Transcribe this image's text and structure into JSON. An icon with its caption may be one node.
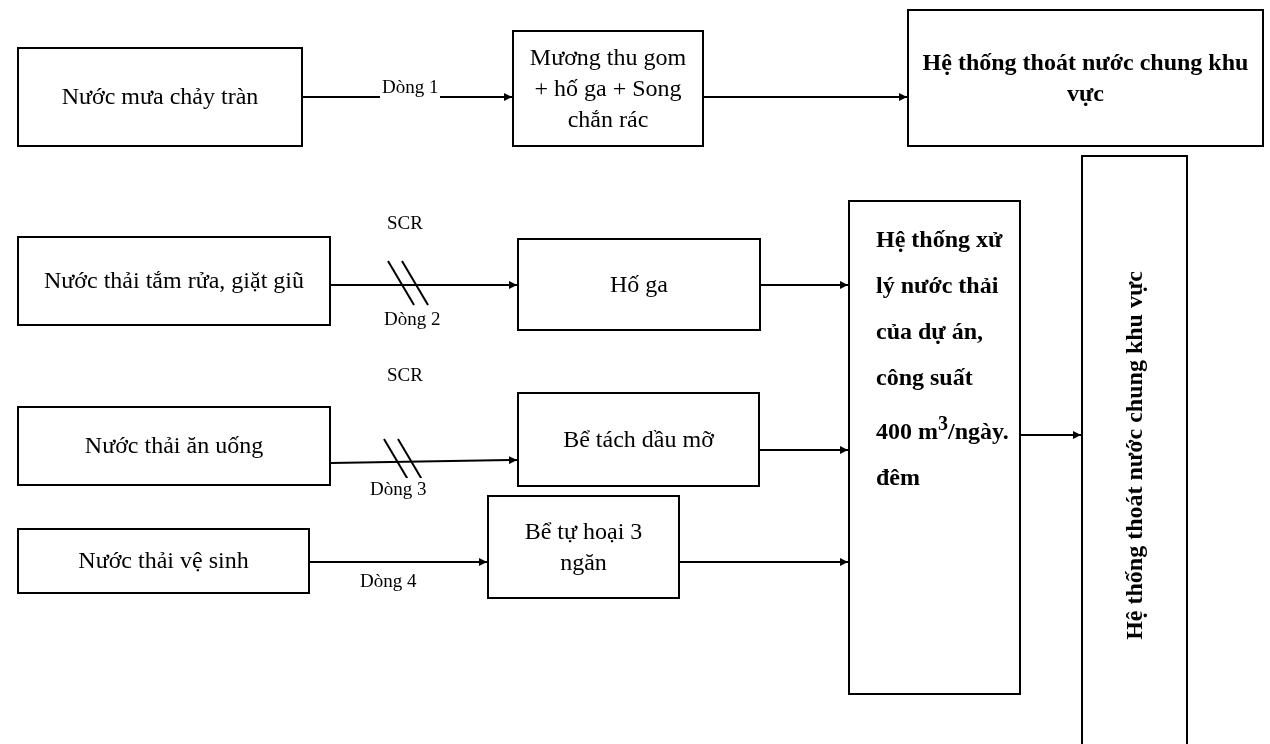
{
  "diagram": {
    "nodes": [
      {
        "text": [
          "Nước mưa chảy tràn"
        ]
      },
      {
        "text": [
          "Mương thu gom + hố ga + Song chắn rác"
        ]
      },
      {
        "text": [
          "Hệ thống thoát nước chung khu vực"
        ]
      },
      {
        "text": [
          "Nước thải tắm rửa, giặt giũ"
        ]
      },
      {
        "text": [
          "Hố ga"
        ]
      },
      {
        "text": [
          "Hệ thống xử lý nước thải của dự án, công suất 400 m$^{3}$/ngày. đêm"
        ]
      },
      {
        "text": [
          "Hệ thống thoát nước chung khu vực"
        ]
      },
      {
        "text": [
          "Nước thải ăn uống"
        ]
      },
      {
        "text": [
          "Bể tách dầu mỡ"
        ]
      },
      {
        "text": [
          "Nước thải vệ sinh"
        ]
      },
      {
        "text": [
          "Bể tự hoại 3 ngăn"
        ]
      }
    ],
    "edges": [
      {
        "from": 0,
        "to": 1,
        "arrow": "to",
        "label": "Dòng 1"
      },
      {
        "from": 1,
        "to": 2,
        "arrow": "to"
      },
      {
        "from": 3,
        "to": 4,
        "arrow": "to",
        "label": "Dòng 2"
      },
      {
        "from": 4,
        "to": 5,
        "arrow": "to"
      },
      {
        "from": 7,
        "to": 8,
        "arrow": "to",
        "label": "Dòng 3"
      },
      {
        "from": 8,
        "to": 5,
        "arrow": "to"
      },
      {
        "from": 9,
        "to": 10,
        "arrow": "to",
        "label": "Dòng 4"
      },
      {
        "from": 10,
        "to": 5,
        "arrow": "to"
      },
      {
        "from": 5,
        "to": 6,
        "arrow": "to"
      }
    ],
    "labels": [
      "SCR",
      "SCR"
    ]
  }
}
